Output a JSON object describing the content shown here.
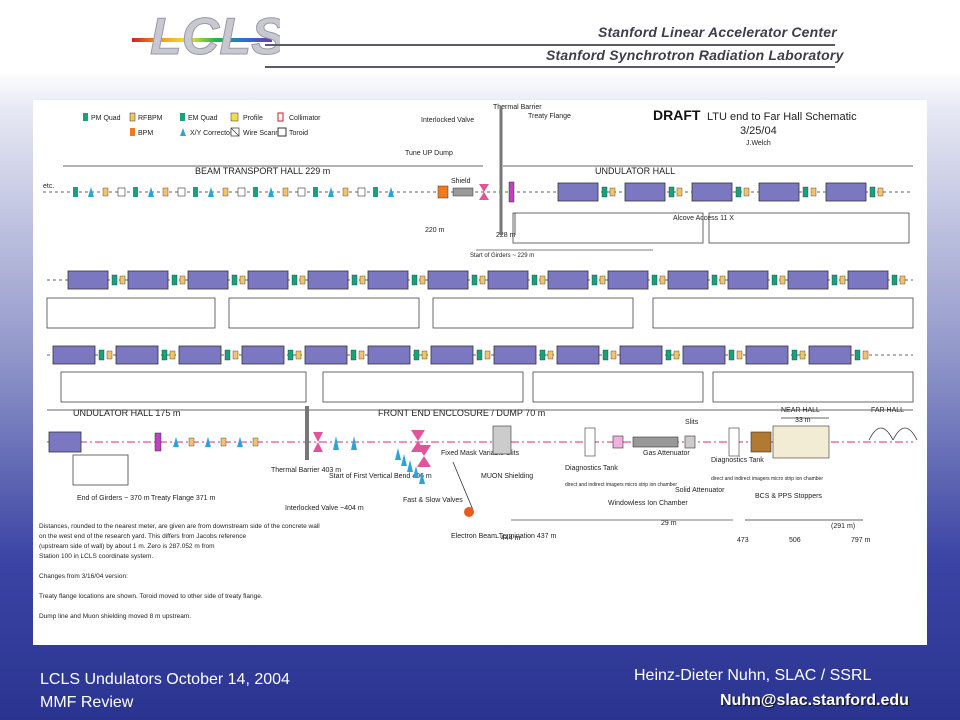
{
  "header": {
    "logo_text": "LCLS",
    "lab1": "Stanford Linear Accelerator Center",
    "lab2": "Stanford Synchrotron Radiation Laboratory"
  },
  "schematic": {
    "title_bold": "DRAFT",
    "title_rest": "LTU end to Far Hall Schematic",
    "date": "3/25/04",
    "author": "J.Welch",
    "legend": [
      "PM Quad",
      "RFBPM",
      "EM Quad",
      "Profile",
      "Collimator",
      "BPM",
      "X/Y Corrector",
      "Wire Scanner",
      "Toroid"
    ],
    "labels": {
      "etc": "etc.",
      "beam_transport_hall": "BEAM TRANSPORT HALL 229 m",
      "undulator_hall": "UNDULATOR HALL",
      "tune_up_dump": "Tune UP Dump",
      "shield": "Shield",
      "interlocked_valve": "Interlocked Valve",
      "thermal_barrier": "Thermal Barrier",
      "treaty_flange": "Treaty Flange",
      "m220": "220 m",
      "m228": "228 m",
      "alcove": "Alcove Access 11 X",
      "start_of_girders": "Start of Girders ~ 229 m",
      "undulator_hall_175": "UNDULATOR HALL 175 m",
      "front_end_enclosure": "FRONT END ENCLOSURE / DUMP 70 m",
      "near_hall": "NEAR HALL",
      "near_hall_len": "33 m",
      "far_hall": "FAR HALL",
      "end_of_girders": "End of Girders ~ 370 m",
      "treaty_flange_371": "Treaty Flange 371 m",
      "thermal_barrier_403": "Thermal Barrier 403 m",
      "interlocked_valve_404": "Interlocked Valve ~404 m",
      "start_vertical_bend": "Start of First Vertical Bend 406 m",
      "fast_slow_valves": "Fast & Slow Valves",
      "fixed_mask": "Fixed Mask Variable Slits",
      "muon_shielding": "MUON Shielding",
      "electron_beam": "Electron Beam Termination 437 m",
      "diagnostics_tank1": "Diagnostics Tank",
      "diag_sub": "direct and indirect imagers micro strip ion chamber",
      "windowless": "Windowless Ion Chamber",
      "gas_attenuator": "Gas Attenuator",
      "solid_attenuator": "Solid Attenuator",
      "slits": "Slits",
      "diagnostics_tank2": "Diagnostics Tank",
      "bcs": "BCS & PPS Stoppers",
      "m444": "~ 444 m",
      "m29": "29 m",
      "m473": "473",
      "m506": "506",
      "m291": "(291 m)",
      "m797": "797 m"
    },
    "notes": [
      "Distances, rounded to the nearest meter, are given are from downstream side of the concrete wall",
      "on the west end of the research yard. This differs from Jacobs reference",
      "(upstream side of wall) by about 1 m. Zero is 287.052 m from",
      "Station 100 in LCLS coordinate system.",
      "Changes from 3/16/04 version:",
      "Treaty flange locations are shown. Toroid moved to other side of treaty flange.",
      "Dump line and Muon shielding moved 8 m upstream."
    ]
  },
  "footer": {
    "line1": "LCLS Undulators October 14, 2004",
    "line2": "MMF Review",
    "author": "Heinz-Dieter Nuhn, SLAC / SSRL",
    "email": "Nuhn@slac.stanford.edu"
  },
  "colors": {
    "undulator": "#7b77c0",
    "quad": "#14a37a",
    "bpm": "#f2c46a",
    "corrector": "#2aa5d8",
    "beam_dash": "#e0559a",
    "valve": "#e0559a"
  }
}
